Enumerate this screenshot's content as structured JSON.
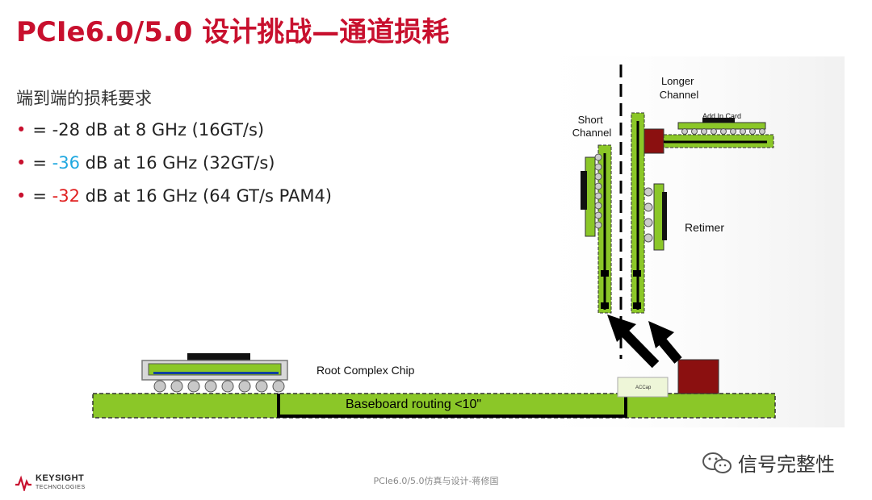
{
  "title": "PCIe6.0/5.0 设计挑战—通道损耗",
  "subtitle": "端到端的损耗要求",
  "bullets": [
    {
      "dot": "•",
      "prefix": "= ",
      "value": "-28",
      "suffix": " dB at 8 GHz (16GT/s)",
      "value_color": "#222222"
    },
    {
      "dot": "•",
      "prefix": "= ",
      "value": "-36",
      "suffix": " dB at 16 GHz (32GT/s)",
      "value_color": "#1fa8e0"
    },
    {
      "dot": "•",
      "prefix": "= ",
      "value": "-32",
      "suffix": " dB at 16 GHz (64 GT/s PAM4)",
      "value_color": "#e02020"
    }
  ],
  "diagram": {
    "short_channel": "Short\nChannel",
    "longer_channel": "Longer\nChannel",
    "add_in_card": "Add In Card",
    "retimer": "Retimer",
    "root_complex_chip": "Root Complex Chip",
    "baseboard_routing": "Baseboard routing <10\"",
    "accap": "ACCap"
  },
  "colors": {
    "brand_red": "#c8102e",
    "board_green": "#8bc728",
    "dark_red": "#8b1010",
    "black": "#000000"
  },
  "footer": {
    "center": "PCIe6.0/5.0仿真与设计-蒋修国",
    "logo_line1": "KEYSIGHT",
    "logo_line2": "TECHNOLOGIES",
    "wechat_label": "信号完整性"
  }
}
